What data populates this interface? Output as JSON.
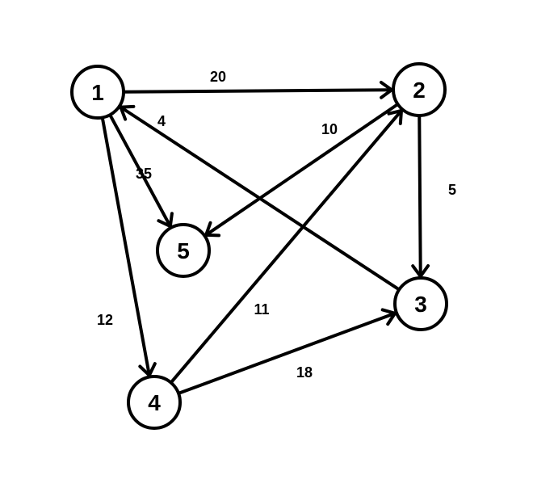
{
  "graph": {
    "nodes": [
      {
        "id": "1",
        "label": "1"
      },
      {
        "id": "2",
        "label": "2"
      },
      {
        "id": "3",
        "label": "3"
      },
      {
        "id": "4",
        "label": "4"
      },
      {
        "id": "5",
        "label": "5"
      }
    ],
    "edges": [
      {
        "from": "1",
        "to": "2",
        "weight": "20"
      },
      {
        "from": "3",
        "to": "1",
        "weight": "4"
      },
      {
        "from": "1",
        "to": "5",
        "weight": "35"
      },
      {
        "from": "2",
        "to": "5",
        "weight": "10"
      },
      {
        "from": "2",
        "to": "3",
        "weight": "5"
      },
      {
        "from": "1",
        "to": "4",
        "weight": "12"
      },
      {
        "from": "4",
        "to": "2",
        "weight": "11"
      },
      {
        "from": "4",
        "to": "3",
        "weight": "18"
      }
    ]
  }
}
